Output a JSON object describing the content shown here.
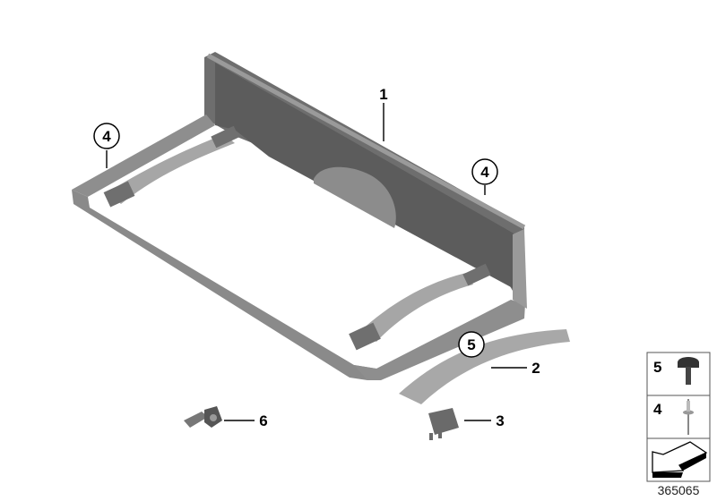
{
  "diagram_number": "365065",
  "callouts": {
    "part1": "1",
    "part2": "2",
    "part3": "3",
    "part4_left": "4",
    "part4_right": "4",
    "part5": "5",
    "part6": "6"
  },
  "legend": {
    "row1_number": "5",
    "row2_number": "4",
    "row3_icon": "arrow-direction-icon"
  },
  "colors": {
    "part_gray": "#8a8a8a",
    "part_dark": "#5f5f5f",
    "part_light": "#b4b4b4"
  }
}
